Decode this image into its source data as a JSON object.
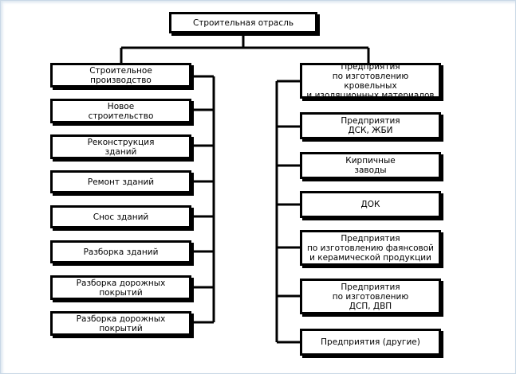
{
  "root": {
    "label": "Строительная отрасль"
  },
  "left": {
    "items": [
      {
        "label": "Строительное\nпроизводство"
      },
      {
        "label": "Новое\nстроительство"
      },
      {
        "label": "Реконструкция\nзданий"
      },
      {
        "label": "Ремонт зданий"
      },
      {
        "label": "Снос зданий"
      },
      {
        "label": "Разборка зданий"
      },
      {
        "label": "Разборка дорожных\nпокрытий"
      },
      {
        "label": "Разборка дорожных\nпокрытий"
      }
    ]
  },
  "right": {
    "items": [
      {
        "label": "Предприятия\nпо изготовлению кровельных\nи изоляционных материалов"
      },
      {
        "label": "Предприятия\nДСК, ЖБИ"
      },
      {
        "label": "Кирпичные\nзаводы"
      },
      {
        "label": "ДОК"
      },
      {
        "label": "Предприятия\nпо изготовлению фаянсовой\nи керамической продукции"
      },
      {
        "label": "Предприятия\nпо изготовлению\nДСП, ДВП"
      },
      {
        "label": "Предприятия (другие)"
      }
    ]
  }
}
